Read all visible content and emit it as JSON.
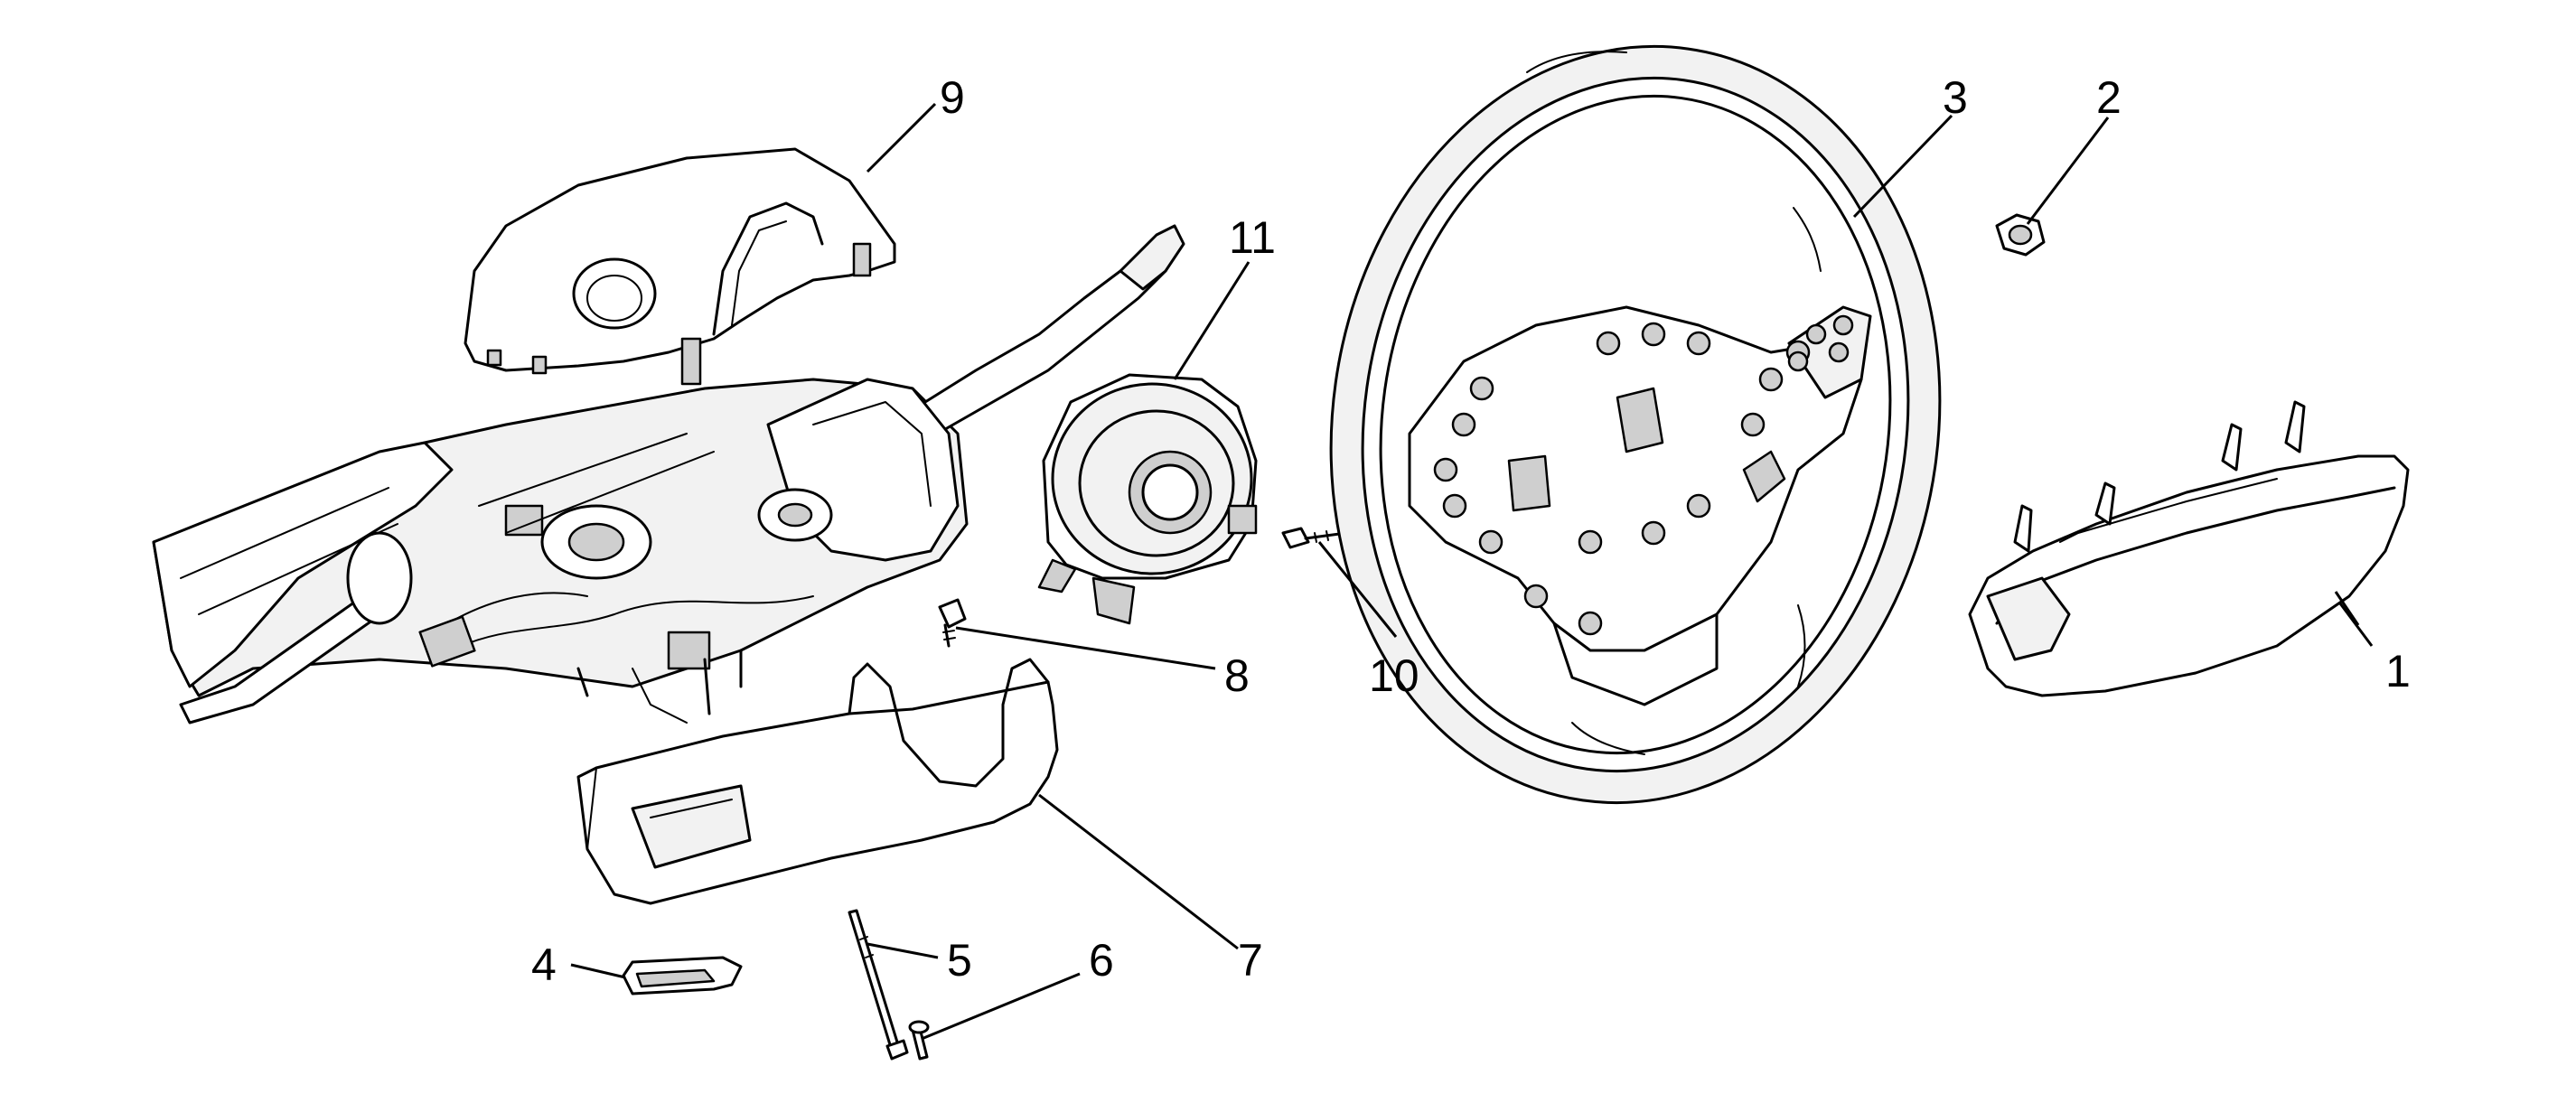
{
  "callouts": [
    {
      "id": "1",
      "text": "1"
    },
    {
      "id": "2",
      "text": "2"
    },
    {
      "id": "3",
      "text": "3"
    },
    {
      "id": "4",
      "text": "4"
    },
    {
      "id": "5",
      "text": "5"
    },
    {
      "id": "6",
      "text": "6"
    },
    {
      "id": "7",
      "text": "7"
    },
    {
      "id": "8",
      "text": "8"
    },
    {
      "id": "9",
      "text": "9"
    },
    {
      "id": "10",
      "text": "10"
    },
    {
      "id": "11",
      "text": "11"
    }
  ],
  "parts": {
    "p1": "driver-airbag-module",
    "p2": "steering-wheel-nut",
    "p3": "steering-wheel",
    "p4": "clip",
    "p5": "long-bolt",
    "p6": "screw",
    "p7": "lower-column-cover",
    "p8": "small-screw",
    "p9": "upper-column-cover",
    "p10": "bolt",
    "p11": "clockspring",
    "column": "steering-column-assembly"
  }
}
